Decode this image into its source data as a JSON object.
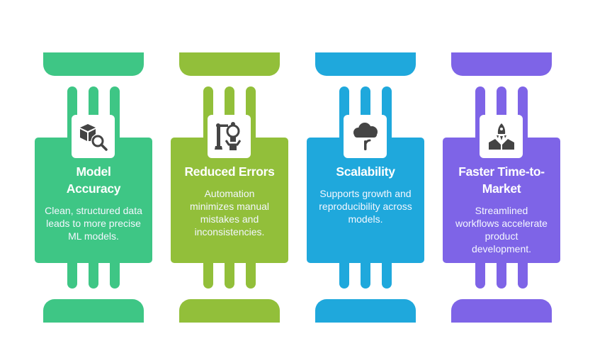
{
  "colors": {
    "green": "#3ec685",
    "lime": "#92bf3a",
    "blue": "#1fa8dc",
    "purple": "#7e64e7",
    "icon": "#444444"
  },
  "columns": [
    {
      "title": "Model Accuracy",
      "description": "Clean, structured data leads to more precise ML models.",
      "icon": "cube-magnifier-icon"
    },
    {
      "title": "Reduced Errors",
      "description": "Automation minimizes manual mistakes and inconsistencies.",
      "icon": "robot-arm-icon"
    },
    {
      "title": "Scalability",
      "description": "Supports growth and reproducibility across models.",
      "icon": "growing-tree-icon"
    },
    {
      "title": "Faster Time-to-Market",
      "description": "Streamlined workflows accelerate product development.",
      "icon": "rocket-launch-icon"
    }
  ]
}
